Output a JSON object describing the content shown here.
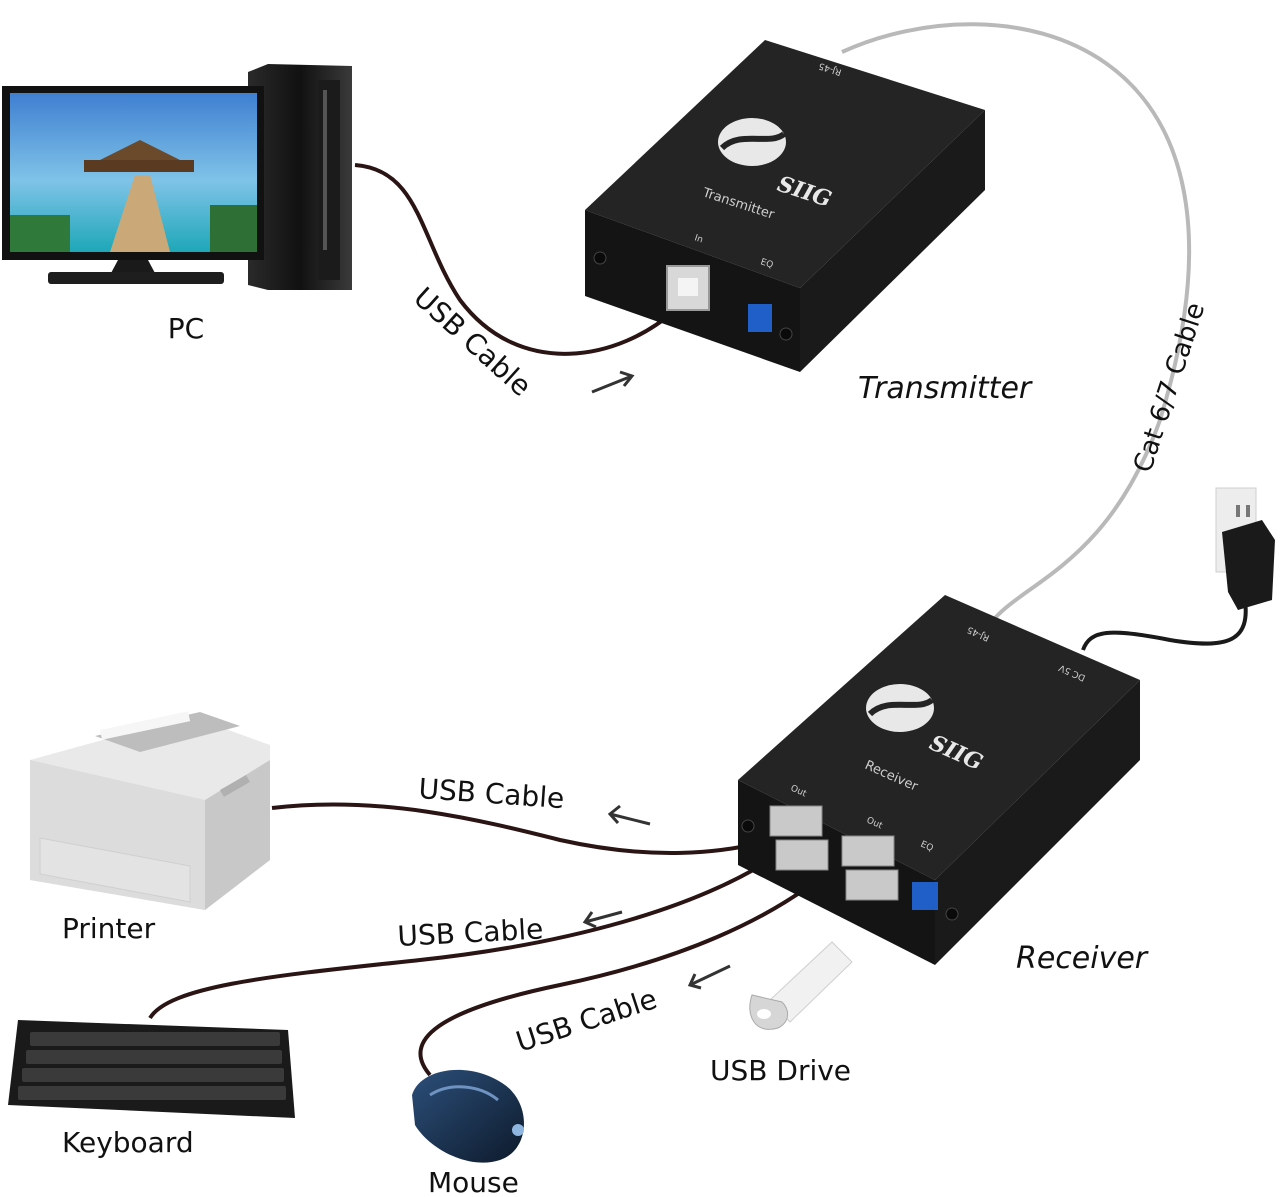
{
  "labels": {
    "pc": "PC",
    "transmitter": "Transmitter",
    "receiver": "Receiver",
    "printer": "Printer",
    "keyboard": "Keyboard",
    "mouse": "Mouse",
    "usb_drive": "USB Drive",
    "cat_cable": "Cat 6/7 Cable",
    "usb_cable_pc": "USB Cable",
    "usb_cable_printer": "USB Cable",
    "usb_cable_keyboard": "USB Cable",
    "usb_cable_mouse": "USB Cable"
  },
  "transmitter_box": {
    "brand": "SIIG",
    "name": "Transmitter",
    "rj45": "RJ-45",
    "in": "In",
    "eq": "EQ"
  },
  "receiver_box": {
    "brand": "SIIG",
    "name": "Receiver",
    "rj45": "RJ-45",
    "dc": "DC 5V",
    "out1": "Out",
    "out2": "Out",
    "eq": "EQ"
  },
  "colors": {
    "device_body": "#1c1c1c",
    "cable_usb": "#2a1414",
    "cable_cat": "#b9b9b9",
    "eq_switch": "#1f5fc7"
  }
}
